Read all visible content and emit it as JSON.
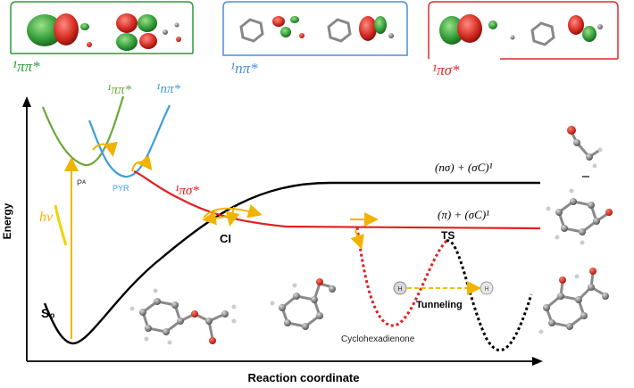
{
  "axes": {
    "x_label": "Reaction coordinate",
    "y_label": "Energy"
  },
  "orbital_panels": [
    {
      "label": "¹ππ*",
      "color": "#2e9a3a"
    },
    {
      "label": "¹nπ*",
      "color": "#4a8fd8"
    },
    {
      "label": "¹πσ*",
      "color": "#e02a2a"
    }
  ],
  "curves": {
    "s0": {
      "label": "S₀",
      "color": "#000000"
    },
    "pipi": {
      "label": "¹ππ*",
      "color": "#6aa83a"
    },
    "npi": {
      "label": "¹nπ*",
      "color": "#3a9ee0"
    },
    "pisigma": {
      "label": "¹πσ*",
      "color": "#e02020"
    },
    "upper_asymptote": {
      "label": "(nσ) + (σC)¹",
      "color": "#000000"
    },
    "lower_asymptote": {
      "label": "(π) + (σC)¹",
      "color": "#e02020"
    }
  },
  "points": {
    "fc": "Pᴬ",
    "pyr": "PYR",
    "ci": "CI",
    "ts": "TS"
  },
  "excitation": {
    "label": "hν",
    "color": "#f0b400"
  },
  "tunneling": {
    "label": "Tunneling",
    "color": "#f0c000"
  },
  "wells": {
    "left": "H",
    "right": "H"
  },
  "molecules": {
    "cyclohexadienone": "Cyclohexadienone"
  }
}
